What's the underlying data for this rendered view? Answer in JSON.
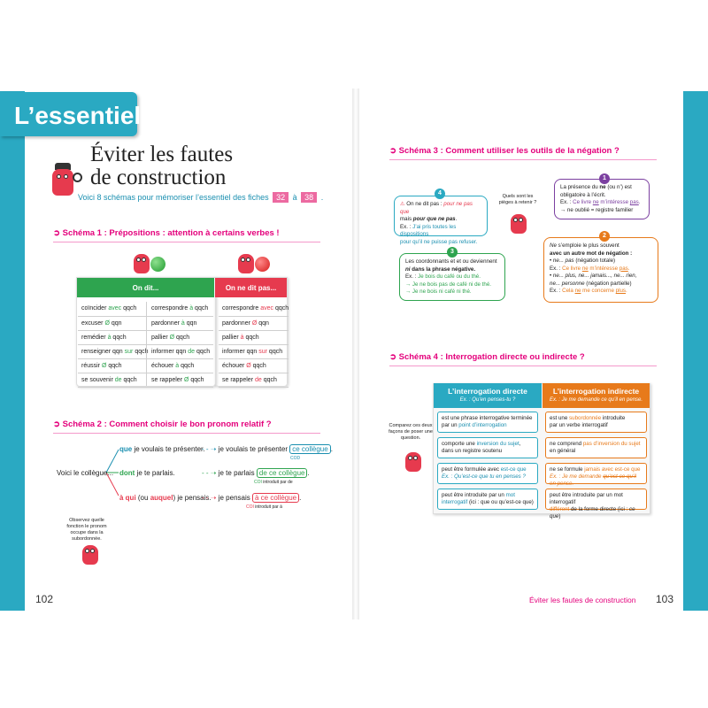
{
  "header": {
    "tab_label": "L’essentiel"
  },
  "title": {
    "line1": "Éviter les fautes",
    "line2": "de construction"
  },
  "intro": {
    "text_before": "Voici 8 schémas pour mémoriser l’essentiel des fiches",
    "fiche_start": "32",
    "middle": "à",
    "fiche_end": "38",
    "text_after": "."
  },
  "schema1": {
    "title": "Schéma 1 : Prépositions : attention à certains verbes !",
    "header_left": "On dit...",
    "header_right": "On ne dit pas...",
    "col_a": [
      {
        "before": "coïncider ",
        "hl": "avec",
        "after": " qqch"
      },
      {
        "before": "excuser ",
        "hl": "Ø",
        "after": " qqn"
      },
      {
        "before": "remédier ",
        "hl": "à",
        "after": " qqch"
      },
      {
        "before": "renseigner qqn ",
        "hl": "sur",
        "after": " qqch"
      },
      {
        "before": "réussir ",
        "hl": "Ø",
        "after": " qqch"
      },
      {
        "before": "se souvenir ",
        "hl": "de",
        "after": " qqch"
      }
    ],
    "col_b": [
      {
        "before": "correspondre ",
        "hl": "à",
        "after": " qqch"
      },
      {
        "before": "pardonner ",
        "hl": "à",
        "after": " qqn"
      },
      {
        "before": "pallier ",
        "hl": "Ø",
        "after": " qqch"
      },
      {
        "before": "informer qqn ",
        "hl": "de",
        "after": " qqch"
      },
      {
        "before": "échouer ",
        "hl": "à",
        "after": " qqch"
      },
      {
        "before": "se rappeler ",
        "hl": "Ø",
        "after": " qqch"
      }
    ],
    "col_c": [
      {
        "before": "correspondre ",
        "hl": "avec",
        "after": " qqch"
      },
      {
        "before": "pardonner ",
        "hl": "Ø",
        "after": " qqn"
      },
      {
        "before": "pallier ",
        "hl": "à",
        "after": " qqch"
      },
      {
        "before": "informer qqn ",
        "hl": "sur",
        "after": " qqch"
      },
      {
        "before": "échouer ",
        "hl": "Ø",
        "after": " qqch"
      },
      {
        "before": "se rappeler ",
        "hl": "de",
        "after": " qqch"
      }
    ]
  },
  "schema2": {
    "title": "Schéma 2 : Comment choisir le bon pronom relatif ?",
    "base": "Voici le collègue...",
    "row1": {
      "pron": "que",
      "rest": " je voulais te présenter.",
      "result": "je voulais te présenter",
      "boxed": "ce collègue",
      "end": ".",
      "sub": "COD"
    },
    "row2": {
      "pron": "dont",
      "rest": " je te parlais.",
      "result": "je te parlais",
      "boxed": "de ce collègue",
      "end": ".",
      "sub_hl": "COI",
      "sub": " introduit par de"
    },
    "row3": {
      "pron": "à qui",
      "mid": " (ou ",
      "pron2": "auquel",
      "rest": ") je pensais.",
      "result": "je pensais",
      "boxed": "à ce collègue",
      "end": ".",
      "sub_hl": "COI",
      "sub": " introduit par à"
    },
    "note": "Observez quelle fonction le pronom occupe dans la subordonnée."
  },
  "schema3": {
    "title": "Schéma 3 : Comment utiliser les outils de la négation ?",
    "question": "Quels sont les pièges à retenir ?",
    "b1": {
      "num": "1",
      "l1a": "La présence du ",
      "l1b": "ne",
      "l1c": " (ou n’) est",
      "l2": "obligatoire à l’écrit.",
      "l3a": "Ex. : ",
      "l3b": "Ce livre ",
      "l3c": "ne",
      "l3d": " m’intéresse ",
      "l3e": "pas",
      "l3f": ".",
      "l4": "→ ne oublié = registre familier"
    },
    "b2": {
      "num": "2",
      "l1a": "Ne",
      "l1b": " s’emploie le plus souvent",
      "l2": "avec un autre mot de négation :",
      "l3a": "• ",
      "l3b": "ne... pas",
      "l3c": " (négation totale)",
      "l4a": "Ex. : ",
      "l4b": "Ce livre ",
      "l4c": "ne",
      "l4d": " m’intéresse ",
      "l4e": "pas",
      "l4f": ".",
      "l5a": "• ",
      "l5b": "ne... plus, ne... jamais..., ne... rien,",
      "l6a": "ne... personne",
      "l6b": " (négation partielle)",
      "l7a": "Ex. : ",
      "l7b": "Cela ",
      "l7c": "ne",
      "l7d": " me concerne ",
      "l7e": "plus",
      "l7f": "."
    },
    "b3": {
      "num": "3",
      "l1": "Les coordonnants et et ou deviennent",
      "l2a": "ni",
      "l2b": " dans la phrase négative.",
      "l3a": "Ex. : ",
      "l3b": "Je bois du café ou du thé.",
      "l4": "→ Je ne bois pas de café ni de thé.",
      "l5": "→ Je ne bois ni café ni thé."
    },
    "b4": {
      "num": "4",
      "l1a": "On ne dit pas : ",
      "l1b": "pour ne pas que",
      "l2a": "mais ",
      "l2b": "pour que ne pas",
      "l2c": ".",
      "l3a": "Ex. : ",
      "l3b": "J’ai pris toutes les dispositions",
      "l4": "pour qu’il ne puisse pas refuser."
    }
  },
  "schema4": {
    "title": "Schéma 4 : Interrogation directe ou indirecte ?",
    "note": "Comparez ces deux façons de poser une question.",
    "left_head": "L’interrogation directe",
    "left_sub": "Ex. : Qu’en penses-tu ?",
    "right_head": "L’interrogation indirecte",
    "right_sub": "Ex. : Je me demande ce qu’il en pense.",
    "left": [
      {
        "a": "est une phrase interrogative terminée",
        "b1": "par un ",
        "b2": "point d’interrogation"
      },
      {
        "a1": "comporte une ",
        "a2": "inversion du sujet",
        "a3": ",",
        "b": "dans un registre soutenu"
      },
      {
        "a1": "peut être formulée avec ",
        "a2": "est-ce que",
        "b": "Ex. : Qu’est-ce que tu en penses ?"
      },
      {
        "a1": "peut être introduite par un ",
        "a2": "mot",
        "b1": "interrogatif",
        "b2": " (ici : que ou qu’est-ce que)"
      }
    ],
    "right": [
      {
        "a1": "est une ",
        "a2": "subordonnée",
        "a3": " introduite",
        "b": "par un verbe interrogatif"
      },
      {
        "a1": "ne comprend ",
        "a2": "pas d’inversion du sujet",
        "b": "en général"
      },
      {
        "a1": "ne se formule ",
        "a2": "jamais avec est-ce que",
        "b1": "Ex. : Je me demande ",
        "b2": "qu’est-ce qu’il en pense."
      },
      {
        "a": "peut être introduite par un mot interrogatif",
        "b1": "différent",
        "b2": " de la forme directe (ici : ",
        "b3": "ce que",
        "b4": ")"
      }
    ]
  },
  "footer": {
    "left_page": "102",
    "right_page": "103",
    "running_title": "Éviter les fautes de construction"
  },
  "colors": {
    "accent": "#2aa9c2",
    "pink": "#e4007c",
    "green": "#2ea44f",
    "red": "#e63a4e",
    "blue": "#1a8fb0",
    "orange": "#e77a1b",
    "purple": "#7b3fa0"
  },
  "icons": [
    "mascot-b-icon",
    "magnifier-icon",
    "green-ball-icon",
    "red-ball-icon",
    "warning-icon",
    "arrow-icon"
  ]
}
